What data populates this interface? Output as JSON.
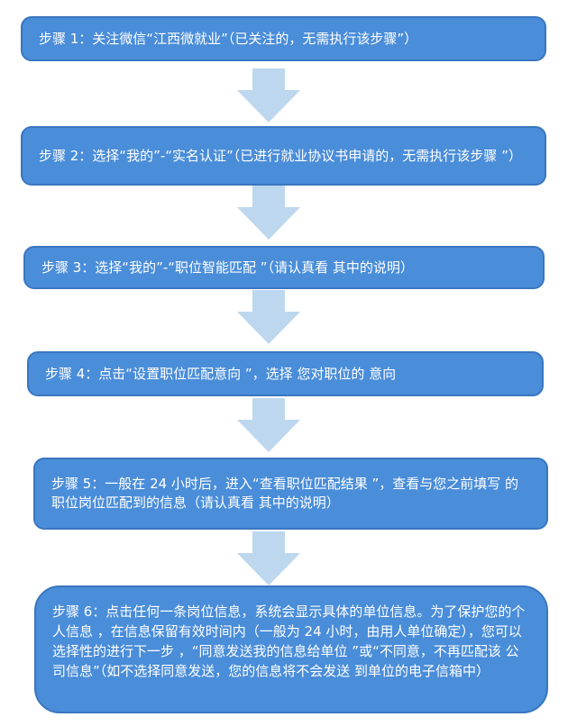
{
  "steps": [
    {
      "text": "步骤 1：关注微信“江西微就业”（已关注的，无需执行该步骤”）"
    },
    {
      "text": "步骤 2：选择“我的”-“实名认证”（已进行就业协议书申请的，无需执行该步骤 ”）"
    },
    {
      "text": "步骤 3：选择“我的”-“职位智能匹配 ”（请认真看 其中的说明）"
    },
    {
      "text": "步骤 4：点击“设置职位匹配意向 ”，选择 您对职位的 意向"
    },
    {
      "text": "步骤 5：一般在 24 小时后，进入“查看职位匹配结果 ”，查看与您之前填写 的职位岗位匹配到的信息（请认真看 其中的说明）"
    },
    {
      "text": "步骤 6：点击任何一条岗位信息，系统会显示具体的单位信息。为了保护您的个人信息 ，在信息保留有效时间内（一般为 24 小时，由用人单位确定），您可以选择性的进行下一步 ，“同意发送我的信息给单位 ”或“不同意，不再匹配该 公司信息”（如不选择同意发送，您的信息将不会发送 到单位的电子信箱中）"
    }
  ],
  "colors": {
    "box_fill": "#4a8dd9",
    "box_border": "#3a76bf",
    "arrow_fill": "#bdd7ee",
    "text": "#ffffff"
  }
}
